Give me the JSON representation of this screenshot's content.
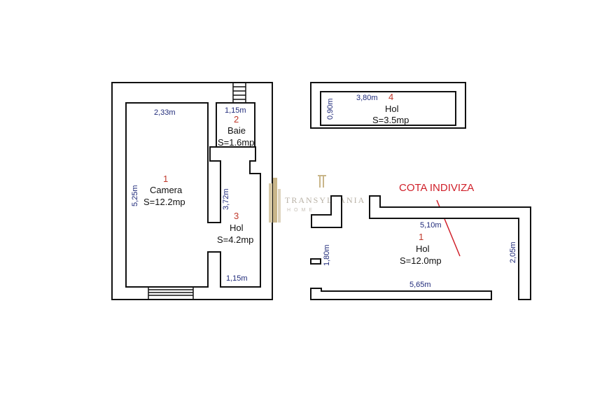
{
  "left_unit": {
    "room1": {
      "number": "1",
      "name": "Camera",
      "area": "S=12.2mp"
    },
    "room2": {
      "number": "2",
      "name": "Baie",
      "area": "S=1.6mp"
    },
    "room3": {
      "number": "3",
      "name": "Hol",
      "area": "S=4.2mp"
    },
    "dims": {
      "top_room1": "2,33m",
      "height_room1": "5,25m",
      "top_baie": "1,15m",
      "hol_height": "3,72m",
      "bottom_hol": "1,15m"
    }
  },
  "top_right": {
    "room4": {
      "number": "4",
      "name": "Hol",
      "area": "S=3.5mp"
    },
    "dims": {
      "length": "3,80m",
      "width": "0,90m"
    }
  },
  "bottom_right": {
    "cota_label": "COTA INDIVIZA",
    "room": {
      "number": "1",
      "name": "Hol",
      "area": "S=12.0mp"
    },
    "dims": {
      "top": "5,10m",
      "left": "1,80m",
      "right": "2,05m",
      "bottom": "5,65m"
    }
  },
  "watermark": {
    "brand": "TRANSYLVANIA",
    "sub": "HOME",
    "colors": {
      "gold": "#c9b68a",
      "gray": "#b9b2a6"
    }
  }
}
